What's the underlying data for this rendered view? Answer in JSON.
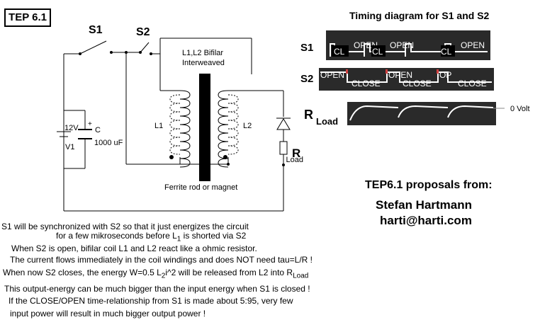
{
  "title": "TEP 6.1",
  "labels": {
    "s1": "S1",
    "s2": "S2",
    "coil_note_1": "L1,L2 Bifilar",
    "coil_note_2": "Interweaved",
    "battery_voltage": "12V",
    "battery_name": "V1",
    "plus": "+",
    "cap_name": "C",
    "cap_value": "1000 uF",
    "l1": "L1",
    "l2": "L2",
    "r_main": "R",
    "r_sub": "Load",
    "core": "Ferrite rod or magnet"
  },
  "timing": {
    "title": "Timing diagram for S1 and S2",
    "s1_label": "S1",
    "s2_label": "S2",
    "r_label": "R",
    "r_sub": "Load",
    "zero_volt": "0 Volt",
    "s1_segments": [
      "CL",
      "OPEN",
      "CL",
      "OPEN",
      "CL",
      "OPEN"
    ],
    "s2_segments": [
      "OPEN",
      "CLOSE",
      "OPEN",
      "CLOSE",
      "OP",
      "CLOSE"
    ]
  },
  "credits": {
    "line1": "TEP6.1  proposals from:",
    "line2": "Stefan Hartmann",
    "line3": "harti@harti.com"
  },
  "description": {
    "l1": "S1 will be synchronized with   S2 so that it just energizes the circuit",
    "l2a": "for a few mikroseconds  before L",
    "l2sub": "1",
    "l2b": " is shorted via  S2",
    "l3": "When S2 is open, bifilar coil L1 and L2 react like a ohmic resistor.",
    "l4": "The current flows immediately in the coil windings and does NOT need tau=L/R !",
    "l5a": "When now S2 closes, the energy W=0.5 L",
    "l5sub": "2",
    "l5b": "i^2 will be released from L2 into R",
    "l5sub2": "Load",
    "l6": "This output-energy can be much bigger than the input energy when S1 is closed !",
    "l7": "If the CLOSE/OPEN  time-relationship from S1 is made about 5:95, very few",
    "l8": "input power will result in much bigger output power !"
  }
}
